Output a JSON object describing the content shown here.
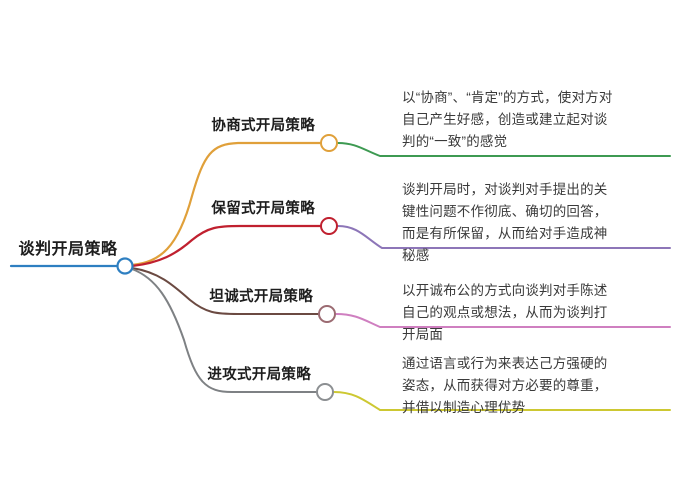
{
  "root": {
    "label": "谈判开局策略",
    "line_color": "#2e7fc1",
    "node_color": "#2e7fc1"
  },
  "branches": [
    {
      "label": "协商式开局策略",
      "branch_color": "#e0a03a",
      "node_color": "#e0a03a",
      "desc_color": "#3d9a52",
      "desc_lines": [
        "以“协商”、“肯定”的方式，使对方对",
        "自己产生好感，创造或建立起对谈",
        "判的“一致”的感觉"
      ]
    },
    {
      "label": "保留式开局策略",
      "branch_color": "#c0202f",
      "node_color": "#c0202f",
      "desc_color": "#8d76b8",
      "desc_lines": [
        "谈判开局时，对谈判对手提出的关",
        "键性问题不作彻底、确切的回答，",
        "而是有所保留，从而给对手造成神",
        "秘感"
      ]
    },
    {
      "label": "坦诚式开局策略",
      "branch_color": "#6b4a42",
      "node_color": "#9b6b72",
      "desc_color": "#cf7fc0",
      "desc_lines": [
        "以开诚布公的方式向谈判对手陈述",
        "自己的观点或想法，从而为谈判打",
        "开局面"
      ]
    },
    {
      "label": "进攻式开局策略",
      "branch_color": "#7e8184",
      "node_color": "#8c8f92",
      "desc_color": "#cdc832",
      "desc_lines": [
        "通过语言或行为来表达己方强硬的",
        "姿态，从而获得对方必要的尊重，",
        "并借以制造心理优势"
      ]
    }
  ],
  "icons": {
    "root_node": "circle-node-icon",
    "branch_node": "circle-node-icon"
  }
}
